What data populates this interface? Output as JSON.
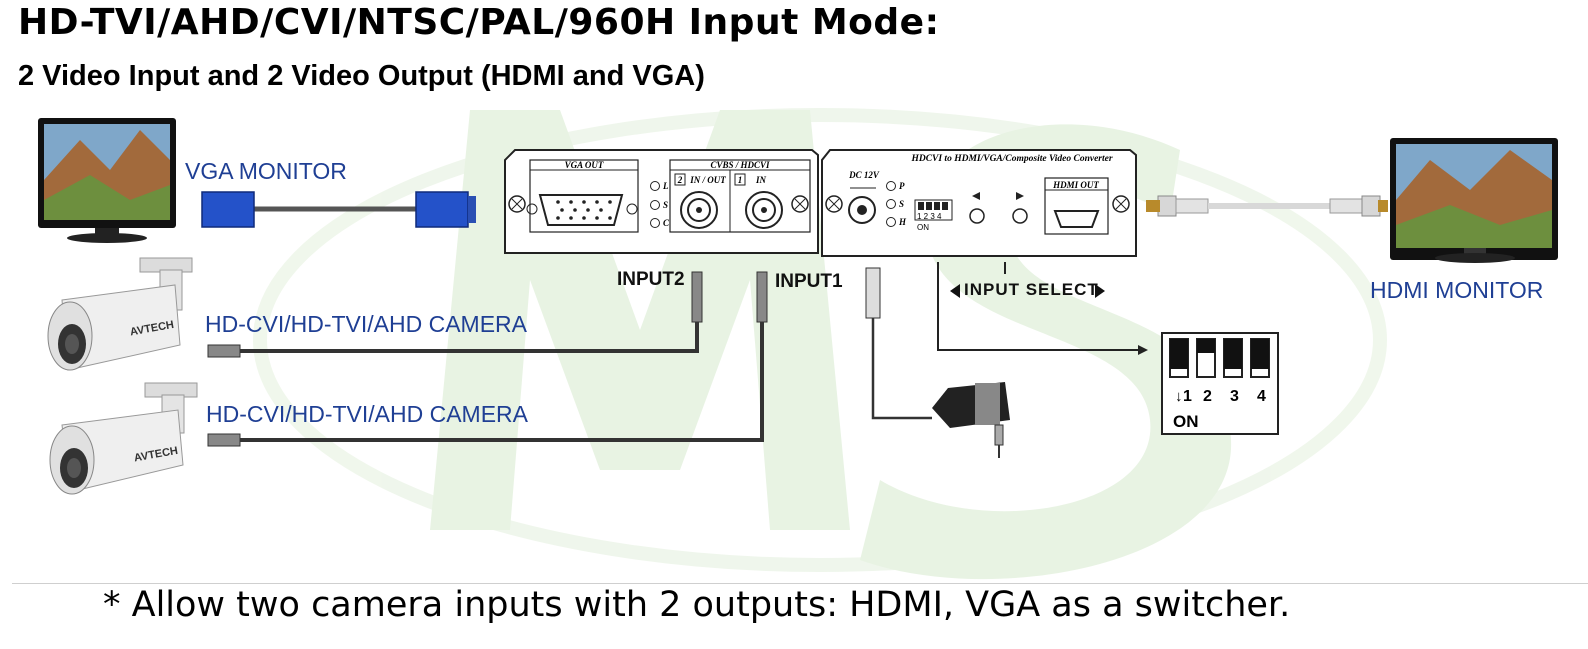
{
  "title": "HD-TVI/AHD/CVI/NTSC/PAL/960H Input Mode:",
  "subtitle": "2 Video Input and 2 Video Output (HDMI and VGA)",
  "labels": {
    "vga_monitor": "VGA MONITOR",
    "hdmi_monitor": "HDMI MONITOR",
    "camera_1": "HD-CVI/HD-TVI/AHD CAMERA",
    "camera_2": "HD-CVI/HD-TVI/AHD CAMERA",
    "input2": "INPUT2",
    "input1": "INPUT1",
    "input_select": "INPUT SELECT"
  },
  "device_left": {
    "vga_out": "VGA OUT",
    "cvbs_hdcvi": "CVBS / HDCVI",
    "port2_num": "2",
    "port2_label": "IN / OUT",
    "port1_num": "1",
    "port1_label": "IN",
    "leds": [
      "L",
      "S",
      "C"
    ]
  },
  "device_right": {
    "device_title": "HDCVI to HDMI/VGA/Composite Video Converter",
    "dc_label": "DC 12V",
    "leds": [
      "P",
      "S",
      "H"
    ],
    "dip_numbers": "1 2 3 4",
    "dip_on": "ON",
    "hdmi_out": "HDMI OUT"
  },
  "camera_brand": "AVTECH",
  "dip_switch_zoom": {
    "numbers": [
      "1",
      "2",
      "3",
      "4"
    ],
    "on_label": "ON"
  },
  "footnote": "* Allow two camera inputs with 2 outputs: HDMI, VGA as a switcher.",
  "colors": {
    "label_blue": "#1f3f94",
    "watermark_green": "#e6f2e1",
    "vga_blue": "#2452c9"
  }
}
